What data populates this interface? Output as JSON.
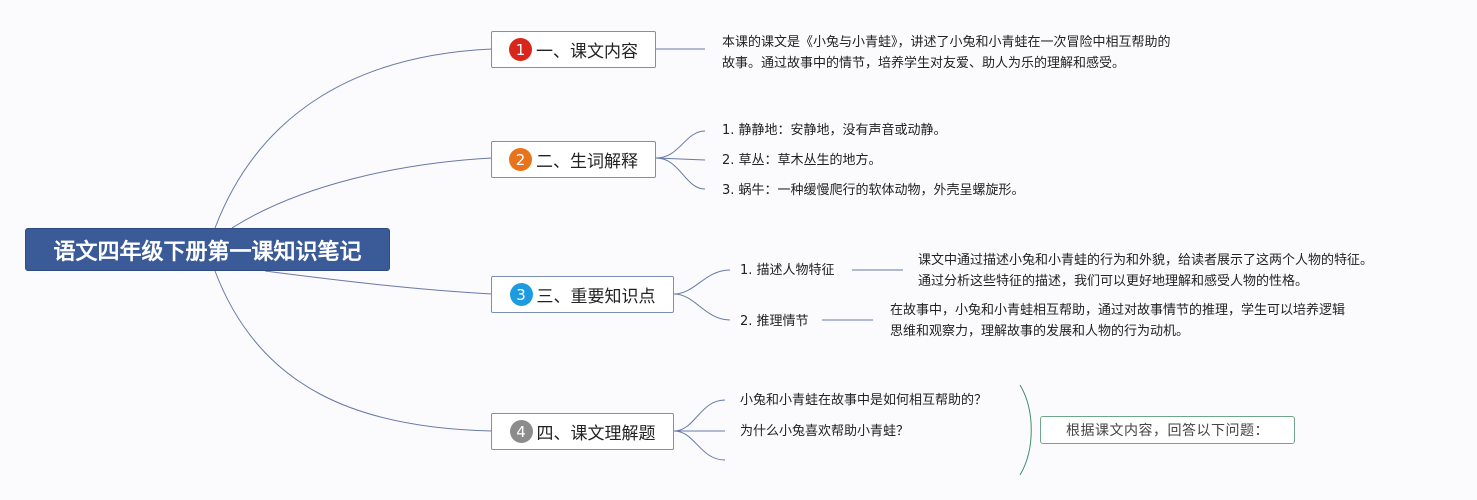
{
  "root": {
    "title": "语文四年级下册第一课知识笔记"
  },
  "branches": [
    {
      "badge": "1",
      "badge_color": "#d9261c",
      "title": "一、课文内容",
      "detail": [
        "本课的课文是《小兔与小青蛙》，讲述了小兔和小青蛙在一次冒险中相互帮助的",
        "故事。通过故事中的情节，培养学生对友爱、助人为乐的理解和感受。"
      ]
    },
    {
      "badge": "2",
      "badge_color": "#e8731c",
      "title": "二、生词解释",
      "items": [
        "1. 静静地：安静地，没有声音或动静。",
        "2. 草丛：草木丛生的地方。",
        "3. 蜗牛：一种缓慢爬行的软体动物，外壳呈螺旋形。"
      ]
    },
    {
      "badge": "3",
      "badge_color": "#1e9be0",
      "title": "三、重要知识点",
      "items": [
        {
          "label": "1. 描述人物特征",
          "detail": [
            "课文中通过描述小兔和小青蛙的行为和外貌，给读者展示了这两个人物的特征。",
            "通过分析这些特征的描述，我们可以更好地理解和感受人物的性格。"
          ]
        },
        {
          "label": "2. 推理情节",
          "detail": [
            "在故事中，小兔和小青蛙相互帮助，通过对故事情节的推理，学生可以培养逻辑",
            "思维和观察力，理解故事的发展和人物的行为动机。"
          ]
        }
      ]
    },
    {
      "badge": "4",
      "badge_color": "#8c8c8c",
      "title": "四、课文理解题",
      "items": [
        "小兔和小青蛙在故事中是如何相互帮助的？",
        "为什么小兔喜欢帮助小青蛙？"
      ],
      "summary": "根据课文内容，回答以下问题："
    }
  ]
}
